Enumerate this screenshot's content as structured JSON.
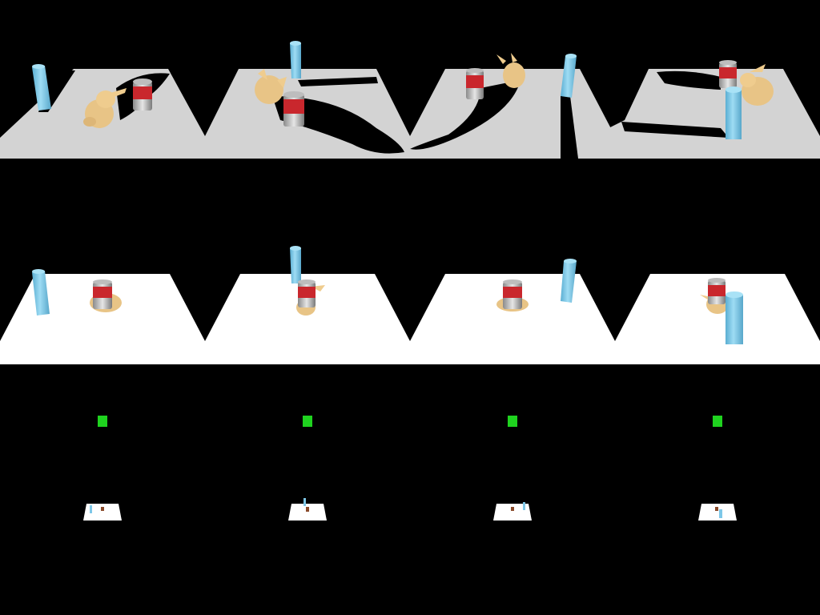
{
  "rows": [
    {
      "id": "shaded",
      "label": "",
      "table_color": "#d3d3d3",
      "shadows": true
    },
    {
      "id": "flat",
      "label": "",
      "table_color": "#ffffff",
      "shadows": false
    },
    {
      "id": "far",
      "label": "",
      "table_color": "#ffffff",
      "shadows": false
    }
  ],
  "views": [
    {
      "id": "view-1"
    },
    {
      "id": "view-2"
    },
    {
      "id": "view-3"
    },
    {
      "id": "view-4"
    }
  ],
  "objects": {
    "cylinder": {
      "name": "blue-cylinder",
      "color": "#7ec8e8"
    },
    "bunny": {
      "name": "tan-bunny",
      "color": "#efcc8e"
    },
    "can": {
      "name": "soup-can",
      "color": "#c9272d"
    },
    "marker": {
      "name": "green-marker",
      "color": "#1fd31f"
    }
  },
  "background": "#000000"
}
